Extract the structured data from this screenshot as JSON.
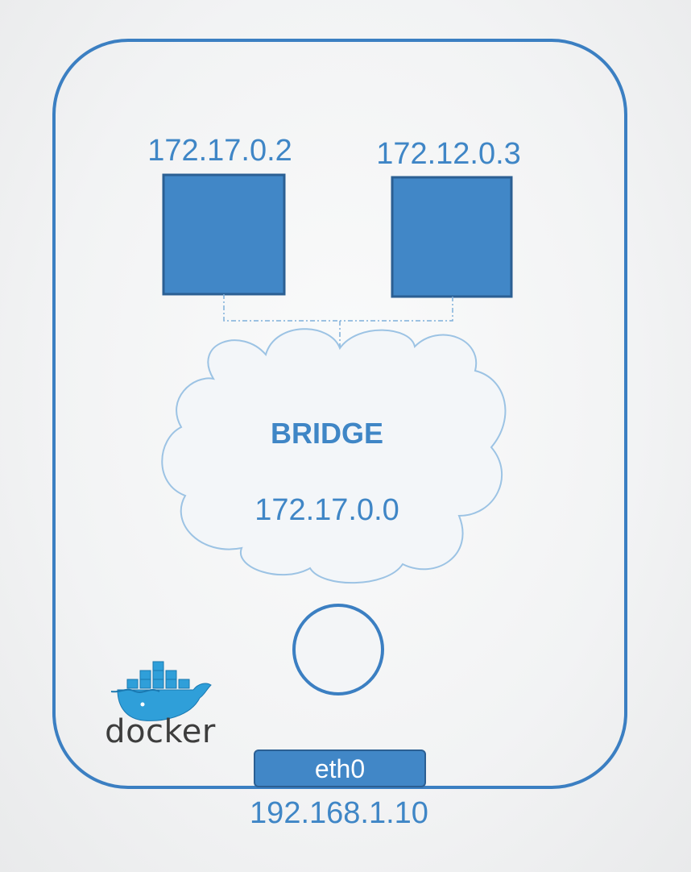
{
  "containers": [
    {
      "ip": "172.17.0.2",
      "color": "#4187c7"
    },
    {
      "ip": "172.12.0.3",
      "color": "#4187c7"
    }
  ],
  "bridge": {
    "name": "BRIDGE",
    "network": "172.17.0.0"
  },
  "interface": {
    "name": "eth0",
    "ip": "192.168.1.10"
  },
  "logo": {
    "wordmark": "docker",
    "icon": "docker-whale-icon"
  },
  "colors": {
    "accent": "#3f86c6",
    "box_fill": "#4187c7",
    "box_stroke": "#2b5f93",
    "host_stroke": "#3b7fc2",
    "cloud_stroke": "#9cc3e4"
  }
}
